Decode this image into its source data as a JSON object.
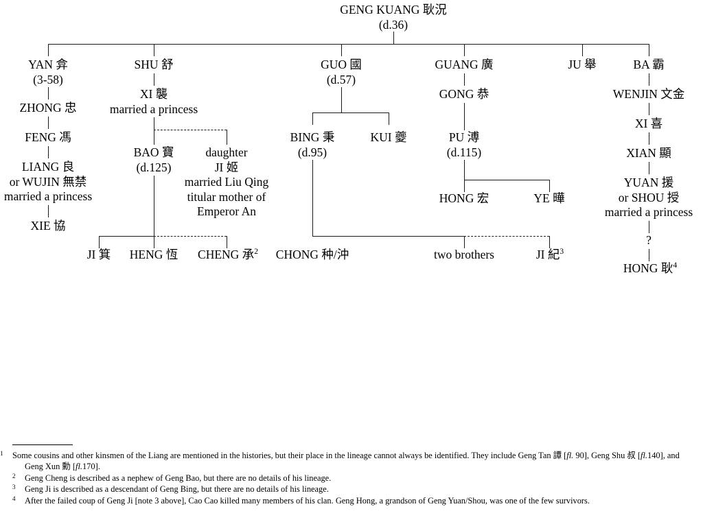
{
  "title": "Geng Kuang lineage chart",
  "nodes": {
    "root": {
      "name": "GENG KUANG 耿況",
      "dates": "(d.36)"
    },
    "yan": {
      "name": "YAN 弇",
      "dates": "(3-58)"
    },
    "zhong": {
      "name": "ZHONG 忠"
    },
    "feng": {
      "name": "FENG 馮"
    },
    "liang": {
      "name": "LIANG 良",
      "alt": "or WUJIN 無禁",
      "note": "married a princess"
    },
    "xie": {
      "name": "XIE 協"
    },
    "shu": {
      "name": "SHU 舒"
    },
    "xi_shu": {
      "name": "XI 襲",
      "note": "married a princess"
    },
    "bao": {
      "name": "BAO 寶",
      "dates": "(d.125)"
    },
    "daughter": {
      "line1": "daughter",
      "line2": "JI 姬",
      "line3": "married Liu Qing",
      "line4": "titular mother of",
      "line5": "Emperor An"
    },
    "ji_suan": {
      "name": "JI 箕"
    },
    "heng": {
      "name": "HENG 恆"
    },
    "cheng": {
      "name": "CHENG 承",
      "footnote": "2"
    },
    "guo": {
      "name": "GUO 國",
      "dates": "(d.57)"
    },
    "bing": {
      "name": "BING 秉",
      "dates": "(d.95)"
    },
    "kui": {
      "name": "KUI 夔"
    },
    "chong": {
      "name": "CHONG 种/沖"
    },
    "guang": {
      "name": "GUANG 廣"
    },
    "gong": {
      "name": "GONG 恭"
    },
    "pu": {
      "name": "PU 溥",
      "dates": "(d.115)"
    },
    "hong_pu": {
      "name": "HONG 宏"
    },
    "ye": {
      "name": "YE 曄"
    },
    "two_brothers": {
      "name": "two brothers"
    },
    "ji_ji": {
      "name": "JI 紀",
      "footnote": "3"
    },
    "ju": {
      "name": "JU 舉"
    },
    "ba": {
      "name": "BA 霸"
    },
    "wenjin": {
      "name": "WENJIN 文金"
    },
    "xi_ba": {
      "name": "XI 喜"
    },
    "xian": {
      "name": "XIAN 顯"
    },
    "yuan": {
      "name": "YUAN 援",
      "alt": "or SHOU 授",
      "note": "married a princess"
    },
    "unknown": {
      "name": "?"
    },
    "hong_ba": {
      "name": "HONG 耿",
      "footnote": "4"
    }
  },
  "footnotes": [
    {
      "marker": "1",
      "parts": [
        {
          "t": "Some cousins and other kinsmen of the Liang are mentioned in the histories, but their place in the lineage cannot always be identified. They include Geng Tan 譚 [",
          "i": false
        },
        {
          "t": "fl.",
          "i": true
        },
        {
          "t": " 90], Geng Shu 叔 [",
          "i": false
        },
        {
          "t": "fl.",
          "i": true
        },
        {
          "t": "140], and Geng Xun 勳 [",
          "i": false
        },
        {
          "t": "fl.",
          "i": true
        },
        {
          "t": "170].",
          "i": false
        }
      ]
    },
    {
      "marker": "2",
      "parts": [
        {
          "t": "Geng Cheng is described as a nephew of Geng Bao, but there are no details of his lineage.",
          "i": false
        }
      ]
    },
    {
      "marker": "3",
      "parts": [
        {
          "t": "Geng Ji is described as a descendant of Geng Bing, but there are no details of his lineage.",
          "i": false
        }
      ]
    },
    {
      "marker": "4",
      "parts": [
        {
          "t": "After the failed coup of Geng Ji [note 3 above], Cao Cao killed many members of his clan. Geng Hong, a grandson of Geng Yuan/Shou, was one of the few survivors.",
          "i": false
        }
      ]
    }
  ]
}
